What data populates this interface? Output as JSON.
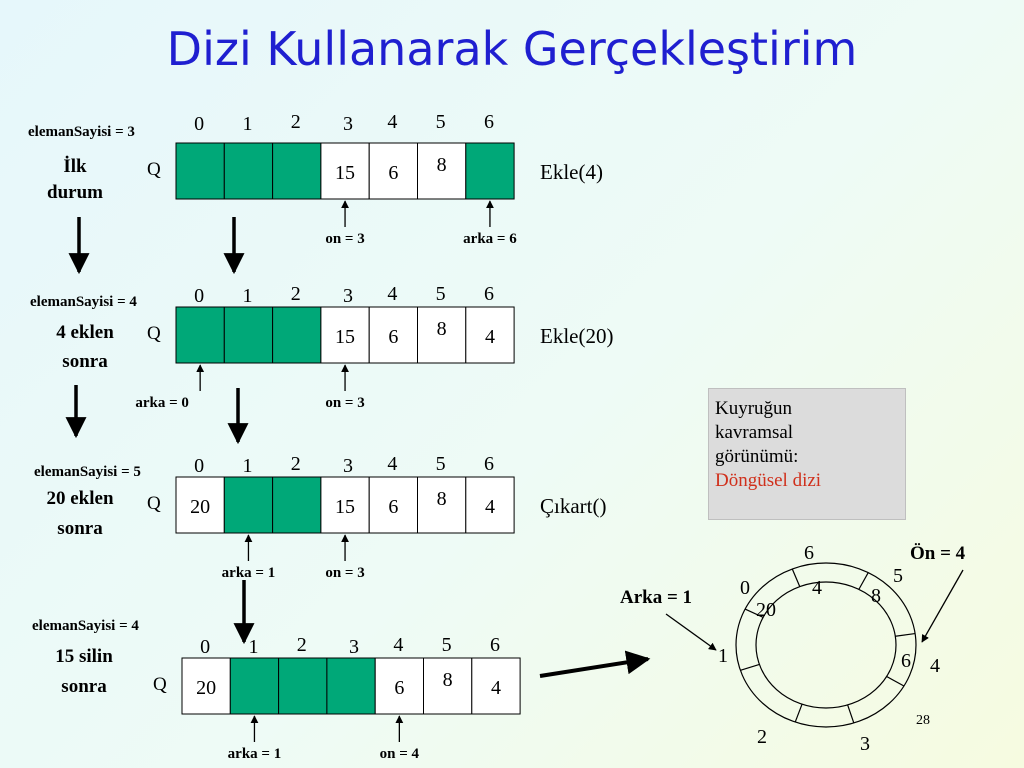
{
  "title": "Dizi Kullanarak Gerçekleştirim",
  "page_number": "28",
  "queue_label": "Q",
  "indices": [
    "0",
    "1",
    "2",
    "3",
    "4",
    "5",
    "6"
  ],
  "colors": {
    "filled": "#00a878",
    "empty": "#ffffff",
    "title": "#1f1fd0",
    "accent_red": "#d0301c"
  },
  "rows": [
    {
      "count": "elemanSayisi = 3",
      "caption": [
        "İlk",
        "durum"
      ],
      "cells": [
        "",
        "",
        "",
        "15",
        "6",
        "8",
        ""
      ],
      "filled": [
        true,
        true,
        true,
        false,
        false,
        false,
        true
      ],
      "operation": "Ekle(4)",
      "pointers": [
        {
          "label": "on = 3",
          "cell": 3
        },
        {
          "label": "arka = 6",
          "cell": 6
        }
      ]
    },
    {
      "count": "elemanSayisi = 4",
      "caption": [
        "4 eklen",
        "sonra"
      ],
      "cells": [
        "",
        "",
        "",
        "15",
        "6",
        "8",
        "4"
      ],
      "filled": [
        true,
        true,
        true,
        false,
        false,
        false,
        false
      ],
      "operation": "Ekle(20)",
      "pointers": [
        {
          "label": "arka = 0",
          "cell": 0
        },
        {
          "label": "on = 3",
          "cell": 3
        }
      ]
    },
    {
      "count": "elemanSayisi = 5",
      "caption": [
        "20 eklen",
        "sonra"
      ],
      "cells": [
        "20",
        "",
        "",
        "15",
        "6",
        "8",
        "4"
      ],
      "filled": [
        false,
        true,
        true,
        false,
        false,
        false,
        false
      ],
      "operation": "Çıkart()",
      "pointers": [
        {
          "label": "arka = 1",
          "cell": 1
        },
        {
          "label": "on = 3",
          "cell": 3
        }
      ]
    },
    {
      "count": "elemanSayisi = 4",
      "caption": [
        "15 silin",
        "sonra"
      ],
      "cells": [
        "20",
        "",
        "",
        "",
        "6",
        "8",
        "4"
      ],
      "filled": [
        false,
        true,
        true,
        true,
        false,
        false,
        false
      ],
      "operation": "",
      "pointers": [
        {
          "label": "arka = 1",
          "cell": 1
        },
        {
          "label": "on = 4",
          "cell": 4
        }
      ]
    }
  ],
  "info_box": {
    "lines": [
      "Kuyruğun",
      "kavramsal",
      "görünümü:"
    ],
    "highlight": "Döngüsel dizi"
  },
  "circular": {
    "arka_label": "Arka = 1",
    "on_label": "Ön = 4",
    "outer_indices": [
      "0",
      "1",
      "2",
      "3",
      "4",
      "5",
      "6"
    ],
    "inner_values": [
      "20",
      "",
      "",
      "",
      "6",
      "8",
      "4"
    ]
  }
}
